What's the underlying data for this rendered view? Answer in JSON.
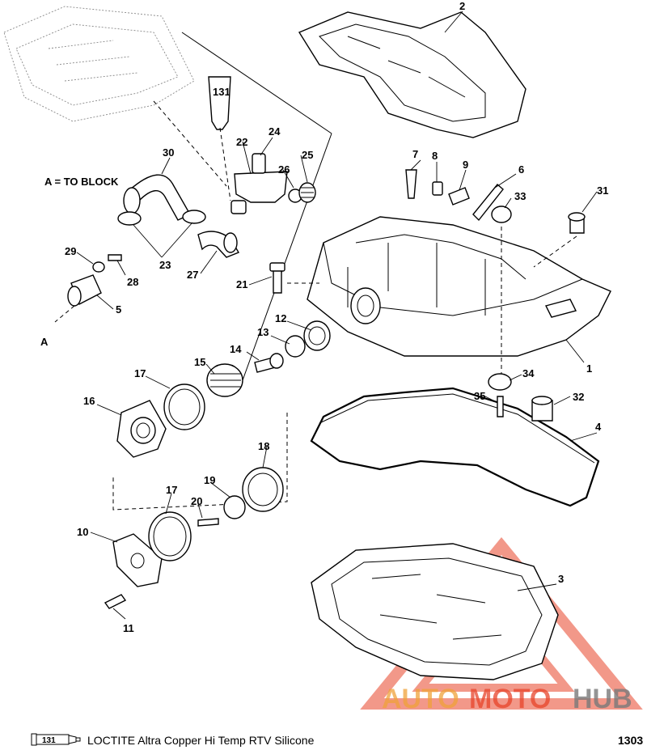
{
  "diagram": {
    "callouts": [
      "1",
      "2",
      "3",
      "4",
      "5",
      "6",
      "7",
      "8",
      "9",
      "10",
      "11",
      "12",
      "13",
      "14",
      "15",
      "16",
      "17",
      "17",
      "18",
      "19",
      "20",
      "21",
      "22",
      "23",
      "24",
      "25",
      "26",
      "27",
      "28",
      "29",
      "30",
      "31",
      "32",
      "33",
      "34",
      "35"
    ],
    "note_to_block": "A = TO BLOCK",
    "label_a": "A",
    "tube_label": "131"
  },
  "footer": {
    "tube_label": "131",
    "text": "LOCTITE Altra Copper Hi Temp RTV Silicone",
    "page_code": "1303"
  },
  "watermark": {
    "auto": "AUTO",
    "moto": "MOTO",
    "hub": "HUB"
  },
  "colors": {
    "watermark_red": "#e8442a",
    "watermark_orange": "#f0a23a",
    "watermark_grey": "#7a7a7a"
  }
}
